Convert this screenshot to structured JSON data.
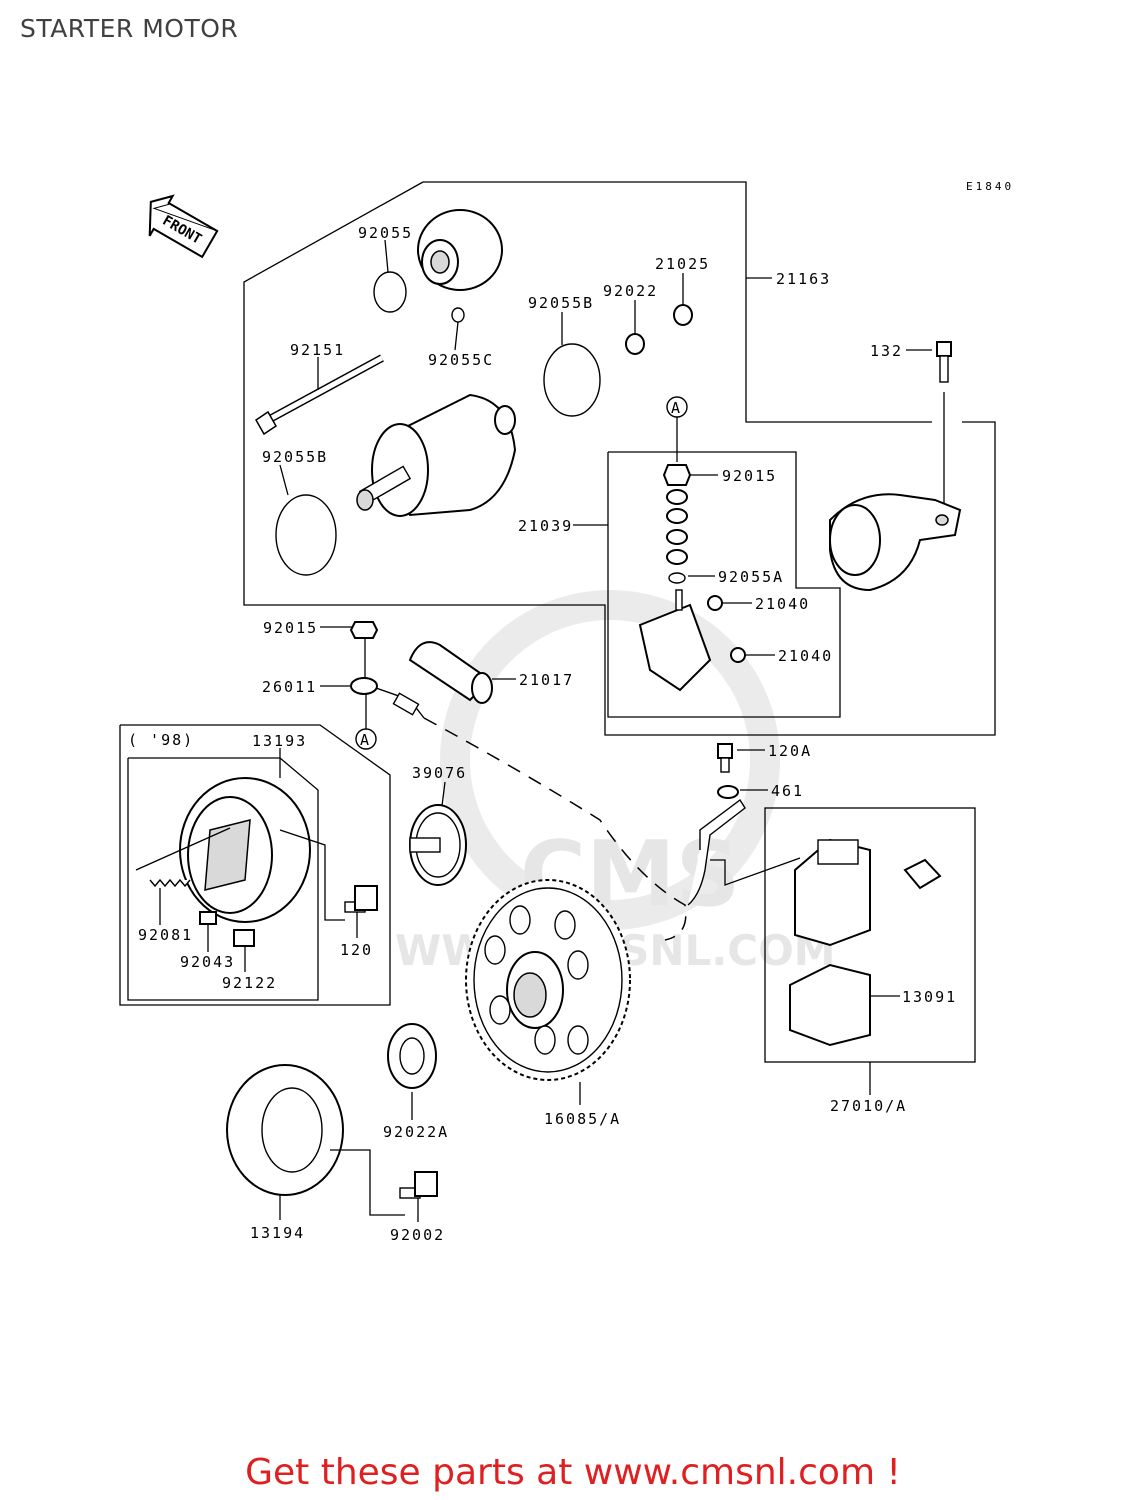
{
  "title": "STARTER MOTOR",
  "diagram_code": "E1840",
  "front_arrow_label": "FRONT",
  "note_98": "( '98)",
  "circle_ref": "A",
  "watermark_main": "CMS",
  "watermark_url": "WWW.CMSNL.COM",
  "footer": "Get these parts at www.cmsnl.com !",
  "parts": {
    "p92055": "92055",
    "p92055c": "92055C",
    "p21025": "21025",
    "p92022": "92022",
    "p92055b_top": "92055B",
    "p21163": "21163",
    "p92151": "92151",
    "p132": "132",
    "p92055b_left": "92055B",
    "p92015_top": "92015",
    "p21039": "21039",
    "p92055a": "92055A",
    "p21040_a": "21040",
    "p21040_b": "21040",
    "p92015_left": "92015",
    "p21017": "21017",
    "p26011": "26011",
    "p13193": "13193",
    "p39076": "39076",
    "p120a": "120A",
    "p461": "461",
    "p92081": "92081",
    "p92043": "92043",
    "p92122": "92122",
    "p120": "120",
    "p13091": "13091",
    "p27010a": "27010/A",
    "p92022a": "92022A",
    "p16085a": "16085/A",
    "p13194": "13194",
    "p92002": "92002"
  }
}
